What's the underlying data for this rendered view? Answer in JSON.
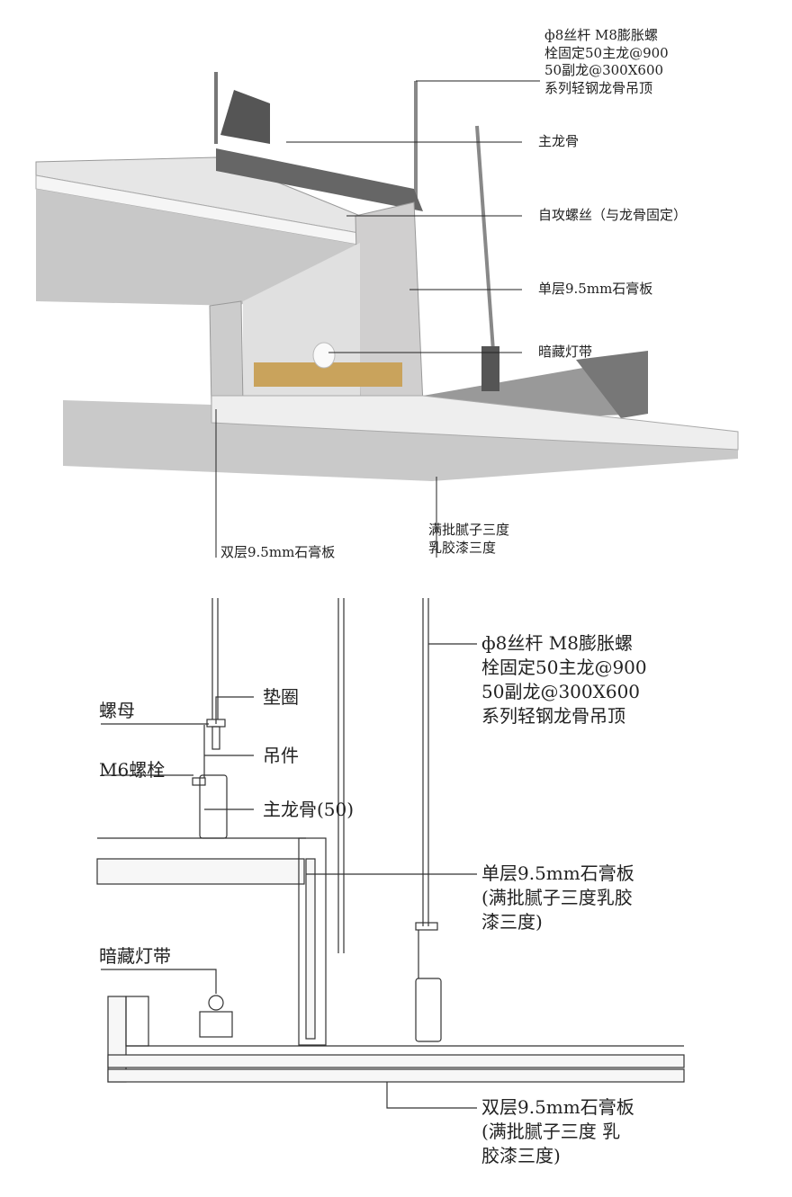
{
  "top": {
    "spec": [
      "ф8丝杆 M8膨胀螺",
      "栓固定50主龙@900",
      "50副龙@300X600",
      "系列轻钢龙骨吊顶"
    ],
    "main_keel": "主龙骨",
    "screw": "自攻螺丝（与龙骨固定）",
    "single_board": "单层9.5mm石膏板",
    "light_strip": "暗藏灯带",
    "double_board": "双层9.5mm石膏板",
    "finish": [
      "满批腻子三度",
      "乳胶漆三度"
    ]
  },
  "bottom": {
    "nut": "螺母",
    "washer": "垫圈",
    "hanger": "吊件",
    "bolt": "M6螺栓",
    "main_keel": "主龙骨(50)",
    "spec": [
      "ф8丝杆 M8膨胀螺",
      "栓固定50主龙@900",
      "50副龙@300X600",
      "系列轻钢龙骨吊顶"
    ],
    "single_board": [
      "单层9.5mm石膏板",
      "(满批腻子三度乳胶",
      "漆三度)"
    ],
    "light_strip": "暗藏灯带",
    "double_board": [
      "双层9.5mm石膏板",
      "(满批腻子三度 乳",
      "胶漆三度)"
    ]
  }
}
